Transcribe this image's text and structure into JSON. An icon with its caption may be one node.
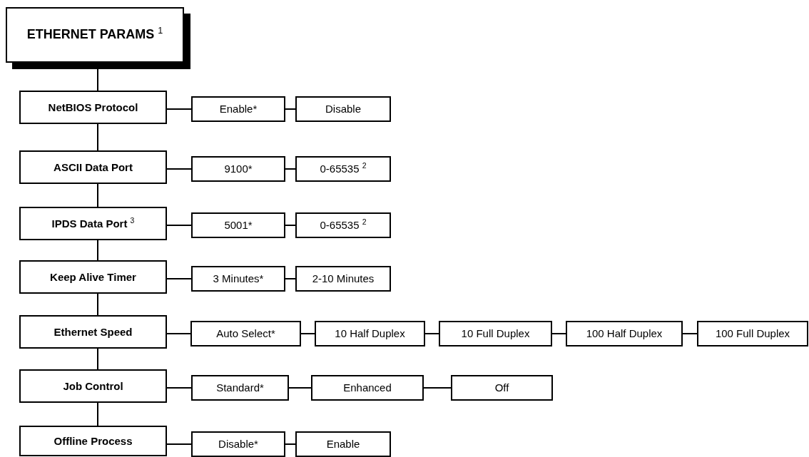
{
  "diagram": {
    "nodes": [
      {
        "text": [
          "ETHERNET PARAMS $^{1}$"
        ]
      },
      {
        "text": [
          "NetBIOS Protocol"
        ]
      },
      {
        "text": [
          "Enable*"
        ]
      },
      {
        "text": [
          "Disable"
        ]
      },
      {
        "text": [
          "ASCII Data Port"
        ]
      },
      {
        "text": [
          "9100*"
        ]
      },
      {
        "text": [
          "0-65535 $^{2}$"
        ]
      },
      {
        "text": [
          "IPDS Data Port $^{3}$"
        ]
      },
      {
        "text": [
          "5001*"
        ]
      },
      {
        "text": [
          "0-65535 $^{2}$"
        ]
      },
      {
        "text": [
          "Keep Alive Timer"
        ]
      },
      {
        "text": [
          "3 Minutes*"
        ]
      },
      {
        "text": [
          "2-10 Minutes"
        ]
      },
      {
        "text": [
          "Ethernet Speed"
        ]
      },
      {
        "text": [
          "Auto Select*"
        ]
      },
      {
        "text": [
          "10 Half Duplex"
        ]
      },
      {
        "text": [
          "10 Full Duplex"
        ]
      },
      {
        "text": [
          "100 Half Duplex"
        ]
      },
      {
        "text": [
          "100 Full Duplex"
        ]
      },
      {
        "text": [
          "Job Control"
        ]
      },
      {
        "text": [
          "Standard*"
        ]
      },
      {
        "text": [
          "Enhanced"
        ]
      },
      {
        "text": [
          "Off"
        ]
      },
      {
        "text": [
          "Offline Process"
        ]
      },
      {
        "text": [
          "Disable*"
        ]
      },
      {
        "text": [
          "Enable"
        ]
      }
    ],
    "edges": [
      {
        "from": 0,
        "to": 1,
        "arrow": "none"
      },
      {
        "from": 1,
        "to": 4,
        "arrow": "none"
      },
      {
        "from": 4,
        "to": 7,
        "arrow": "none"
      },
      {
        "from": 7,
        "to": 10,
        "arrow": "none"
      },
      {
        "from": 10,
        "to": 13,
        "arrow": "none"
      },
      {
        "from": 13,
        "to": 19,
        "arrow": "none"
      },
      {
        "from": 19,
        "to": 23,
        "arrow": "none"
      },
      {
        "from": 1,
        "to": 2,
        "arrow": "none"
      },
      {
        "from": 2,
        "to": 3,
        "arrow": "none"
      },
      {
        "from": 4,
        "to": 5,
        "arrow": "none"
      },
      {
        "from": 5,
        "to": 6,
        "arrow": "none"
      },
      {
        "from": 7,
        "to": 8,
        "arrow": "none"
      },
      {
        "from": 8,
        "to": 9,
        "arrow": "none"
      },
      {
        "from": 10,
        "to": 11,
        "arrow": "none"
      },
      {
        "from": 11,
        "to": 12,
        "arrow": "none"
      },
      {
        "from": 13,
        "to": 14,
        "arrow": "none"
      },
      {
        "from": 14,
        "to": 15,
        "arrow": "none"
      },
      {
        "from": 15,
        "to": 16,
        "arrow": "none"
      },
      {
        "from": 16,
        "to": 17,
        "arrow": "none"
      },
      {
        "from": 17,
        "to": 18,
        "arrow": "none"
      },
      {
        "from": 19,
        "to": 20,
        "arrow": "none"
      },
      {
        "from": 20,
        "to": 21,
        "arrow": "none"
      },
      {
        "from": 21,
        "to": 22,
        "arrow": "none"
      },
      {
        "from": 23,
        "to": 24,
        "arrow": "none"
      },
      {
        "from": 24,
        "to": 25,
        "arrow": "none"
      }
    ]
  }
}
